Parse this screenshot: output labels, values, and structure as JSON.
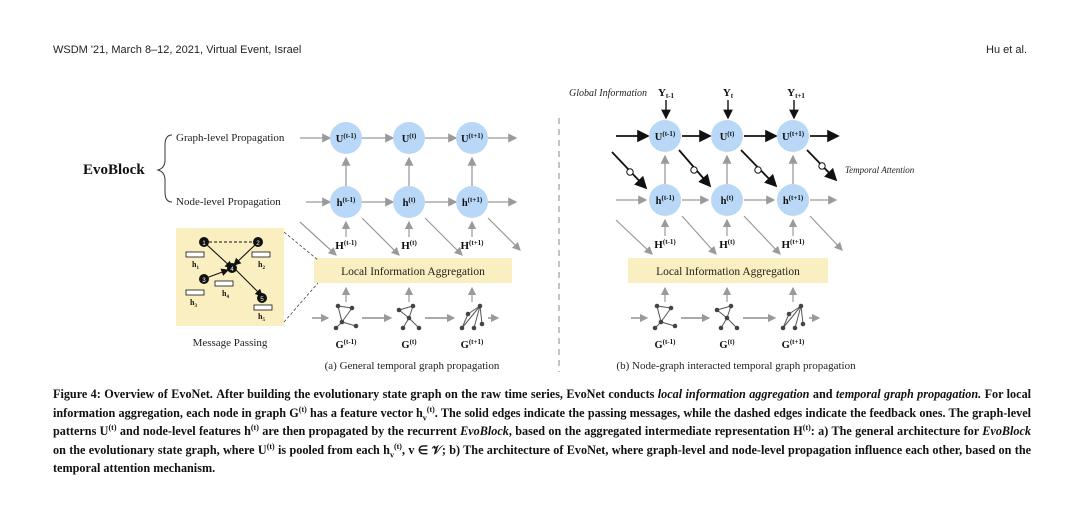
{
  "header": {
    "left": "WSDM '21, March 8–12, 2021, Virtual Event, Israel",
    "right": "Hu et al."
  },
  "figure": {
    "evoblock": "EvoBlock",
    "graph_level": "Graph-level Propagation",
    "node_level": "Node-level Propagation",
    "message_passing": "Message Passing",
    "local_agg": "Local Information Aggregation",
    "global_info": "Global Information",
    "temporal_attention": "Temporal Attention",
    "caption_a": "(a) General temporal graph propagation",
    "caption_b": "(b) Node-graph interacted temporal graph propagation",
    "time_steps": [
      "(t-1)",
      "(t)",
      "(t+1)"
    ],
    "y_labels": [
      "Y",
      "Y",
      "Y"
    ],
    "y_subs": [
      "t-1",
      "t",
      "t+1"
    ],
    "mp_labels": [
      "h",
      "h",
      "h",
      "h",
      "h"
    ],
    "mp_subs": [
      "1",
      "2",
      "3",
      "4",
      "5"
    ],
    "mp_nodes": [
      "1",
      "2",
      "3",
      "4",
      "5"
    ]
  },
  "caption": {
    "label": "Figure 4: Overview of EvoNet.",
    "s1": "After building the evolutionary state graph on the raw time series, EvoNet conducts",
    "i1": "local information aggregation",
    "s2": "and",
    "i2": "temporal graph propagation.",
    "s3": "For local information aggregation, each node in graph G",
    "sup_t": "(t)",
    "s4": "has a feature vector h",
    "sub_v": "v",
    "s5": ". The solid edges indicate the passing messages, while the dashed edges indicate the feedback ones. The graph-level patterns U",
    "s6": "and node-level features h",
    "s7": "are then propagated by the recurrent",
    "i3": "EvoBlock",
    "s8": ", based on the aggregated intermediate representation H",
    "s9": ": a) The general architecture for",
    "s10": "on the evolutionary state graph, where U",
    "s11": "is pooled from each h",
    "s12": ", v ∈ 𝒱;",
    "s13": "b) The architecture of EvoNet, where graph-level and node-level propagation influence each other, based on the temporal attention mechanism."
  }
}
